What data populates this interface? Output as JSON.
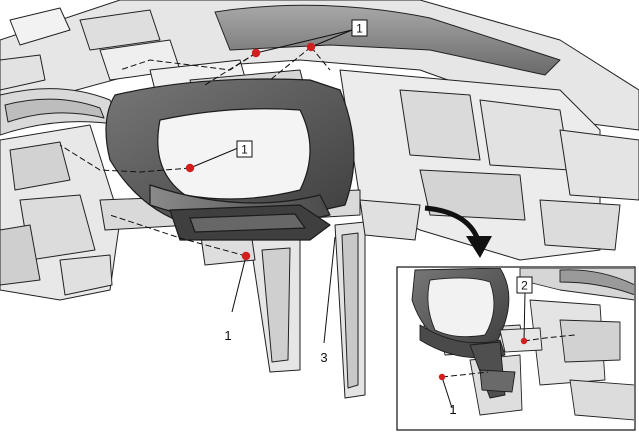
{
  "callouts": {
    "clip_boxed_top": "1",
    "clip_boxed_mid": "1",
    "clip_plain_bottom": "1",
    "part_3": "3",
    "inset_boxed": "2",
    "inset_plain": "1"
  },
  "colors": {
    "marker": "#d21e1e",
    "cluster_hood": "#5b5b5b",
    "panel": "#e9e9e9",
    "frame": "#d8d8d8",
    "outline": "#222222"
  },
  "icons": {
    "detail_arrow": "curved-arrow-icon",
    "clip_marker": "red-dot-icon"
  }
}
